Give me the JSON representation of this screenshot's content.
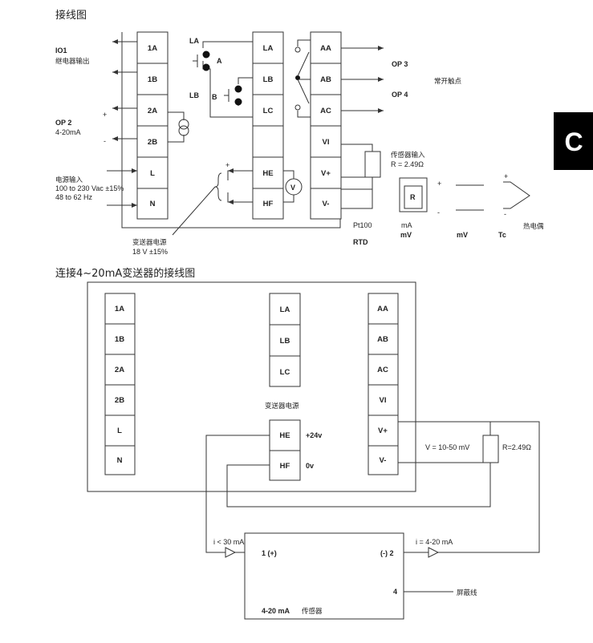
{
  "titles": {
    "wiring": "接线图",
    "transmitter": "连接4~20mA变送器的接线图"
  },
  "tab": {
    "letter": "C",
    "color": "#000000"
  },
  "wiring": {
    "left_terms": [
      "1A",
      "1B",
      "2A",
      "2B",
      "L",
      "N"
    ],
    "mid_terms": [
      "LA",
      "LB",
      "LC",
      "",
      "HE",
      "HF"
    ],
    "right_terms": [
      "AA",
      "AB",
      "AC",
      "VI",
      "V+",
      "V-"
    ],
    "io1_title": "IO1",
    "io1_sub": "继电器输出",
    "op2_title": "OP 2",
    "op2_sub": "4-20mA",
    "plus": "+",
    "minus": "-",
    "power_title": "电源输入",
    "power_line1": "100 to 230 Vac ±15%",
    "power_line2": "48 to 62 Hz",
    "la": "LA",
    "lb": "LB",
    "a": "A",
    "b": "B",
    "v_meter": "V",
    "op3": "OP 3",
    "op4": "OP 4",
    "contact": "常开触点",
    "sensor_input": "传感器输入",
    "r_value": "R = 2.49Ω",
    "r_box": "R",
    "pt100": "Pt100",
    "rtd": "RTD",
    "ma": "mA",
    "mv1": "mV",
    "mv2": "mV",
    "tc": "Tc",
    "thermocouple": "热电偶",
    "tx_supply": "变送器电源",
    "tx_supply_v": "18 V ±15%"
  },
  "transmitter": {
    "left_terms": [
      "1A",
      "1B",
      "2A",
      "2B",
      "L",
      "N"
    ],
    "mid_terms": [
      "LA",
      "LB",
      "LC"
    ],
    "mid_low_terms": [
      "HE",
      "HF"
    ],
    "right_terms": [
      "AA",
      "AB",
      "AC",
      "VI",
      "V+",
      "V-"
    ],
    "supply_label": "变送器电源",
    "v24": "+24v",
    "v0": "0v",
    "v_range": "V = 10-50 mV",
    "r_value": "R=2.49Ω",
    "i_in": "i < 30 mA",
    "i_out": "i = 4-20 mA",
    "term1": "1 (+)",
    "term2": "(-) 2",
    "term4": "4",
    "shield": "屏蔽线",
    "sensor_name": "4-20 mA",
    "sensor_word": "传感器"
  }
}
